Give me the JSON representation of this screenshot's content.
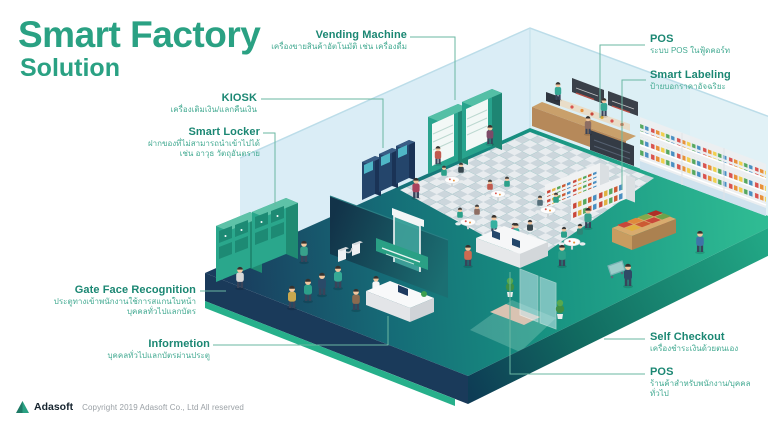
{
  "title": {
    "main": "Smart Factory",
    "sub": "Solution"
  },
  "callouts": {
    "vending_machine": {
      "heading": "Vending Machine",
      "sub": "เครื่องขายสินค้าอัตโนมัติ เช่น เครื่องดื่ม"
    },
    "pos_foodcourt": {
      "heading": "POS",
      "sub": "ระบบ POS ในฟู้ดคอร์ท"
    },
    "smart_labeling": {
      "heading": "Smart Labeling",
      "sub": "ป้ายบอกราคาอัจฉริยะ"
    },
    "kiosk": {
      "heading": "KIOSK",
      "sub": "เครื่องเติมเงิน/แลกคืนเงิน"
    },
    "smart_locker": {
      "heading": "Smart Locker",
      "sub_line1": "ฝากของที่ไม่สามารถนำเข้าไปได้",
      "sub_line2": "เช่น อาวุธ วัตถุอันตราย"
    },
    "gate_face_recognition": {
      "heading": "Gate Face Recognition",
      "sub_line1": "ประตูทางเข้าพนักงานใช้การสแกนใบหน้า",
      "sub_line2": "บุคคลทั่วไปแลกบัตร"
    },
    "informetion": {
      "heading": "Informetion",
      "sub": "บุคคลทั่วไปแลกบัตรผ่านประตู"
    },
    "self_checkout": {
      "heading": "Self Checkout",
      "sub": "เครื่องชำระเงินด้วยตนเอง"
    },
    "pos_shop": {
      "heading": "POS",
      "sub": "ร้านค้าสำหรับพนักงาน/บุคคลทั่วไป"
    }
  },
  "footer": {
    "brand": "Adasoft",
    "copyright": "Copyright 2019 Adasoft Co., Ltd  All reserved"
  },
  "colors": {
    "brand_green": "#2aa183",
    "label_heading": "#1b8773",
    "label_sub": "#45ab93",
    "leader_line": "#6ab7a2",
    "wall_blue": "#d5ebf4",
    "floor_teal_dark": "#16616f",
    "floor_navy": "#1a3c5e",
    "floor_green": "#2fbb93",
    "machine_green": "#28a38d",
    "kiosk_navy": "#24456b"
  }
}
